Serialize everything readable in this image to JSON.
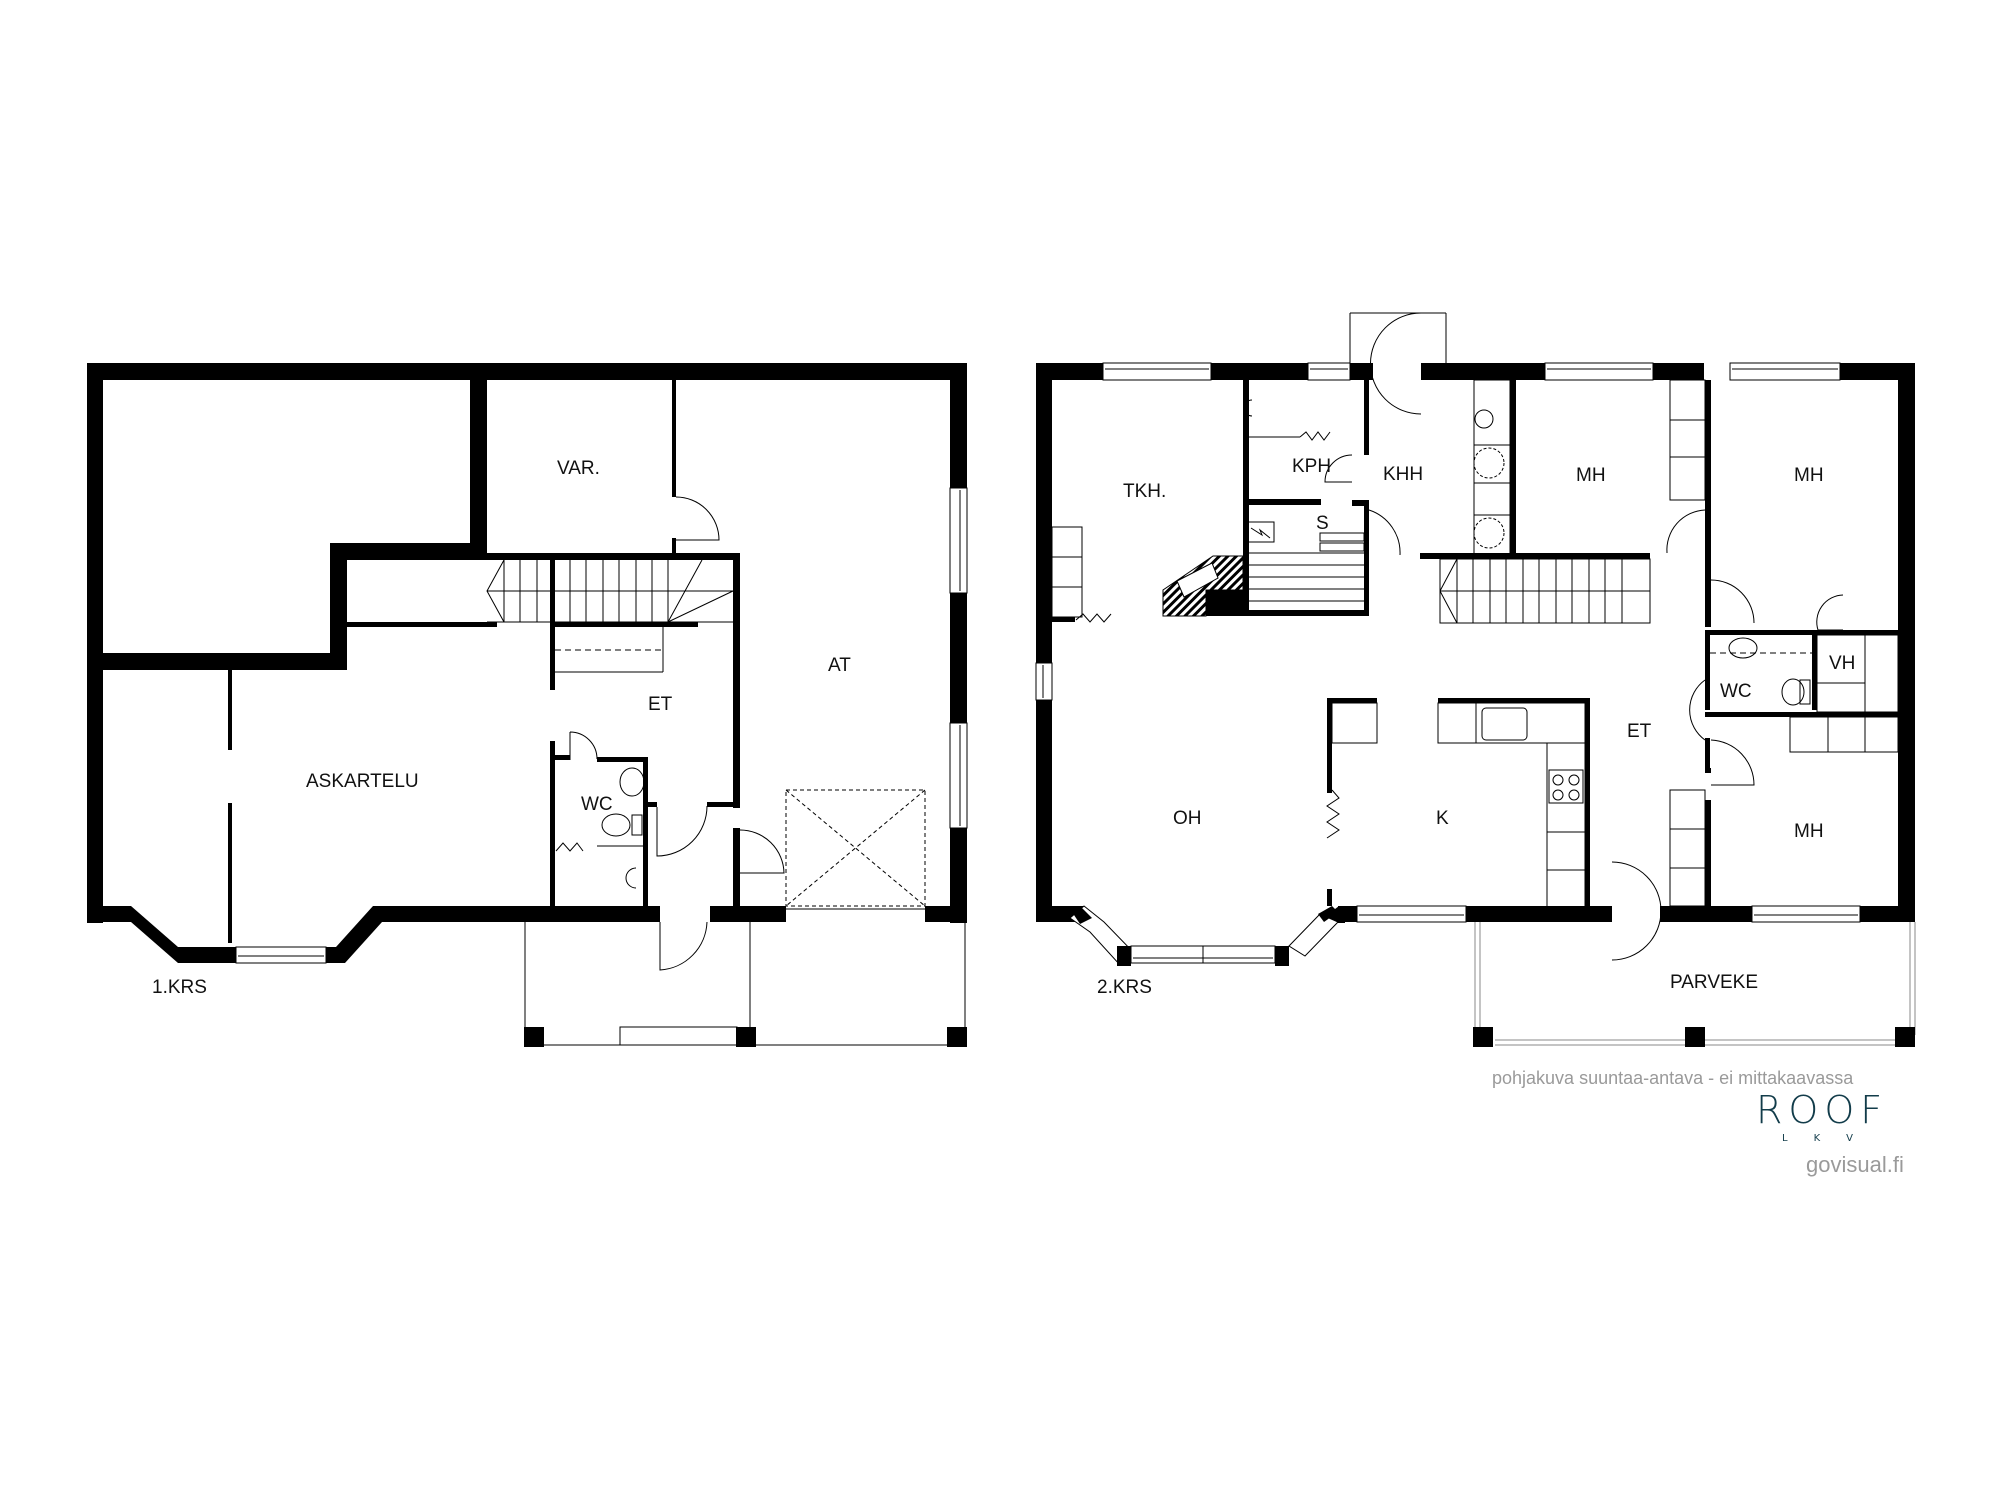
{
  "floor_1": {
    "title": "1.KRS",
    "rooms": {
      "var": "VAR.",
      "at": "AT",
      "et": "ET",
      "askartelu": "ASKARTELU",
      "wc": "WC"
    }
  },
  "floor_2": {
    "title": "2.KRS",
    "rooms": {
      "tkh": "TKH.",
      "kph": "KPH",
      "khh": "KHH",
      "s": "S",
      "mh_1": "MH",
      "mh_2": "MH",
      "mh_3": "MH",
      "wc": "WC",
      "vh": "VH",
      "et": "ET",
      "oh": "OH",
      "k": "K",
      "parveke": "PARVEKE"
    }
  },
  "footer": {
    "disclaimer": "pohjakuva suuntaa-antava - ei mittakaavassa",
    "brand": "ROOF",
    "brand_sub": "LKV",
    "website": "govisual.fi"
  },
  "colors": {
    "wall": "#000000",
    "background": "#ffffff",
    "caption": "#9a9a9a",
    "brand": "#123c4a"
  }
}
